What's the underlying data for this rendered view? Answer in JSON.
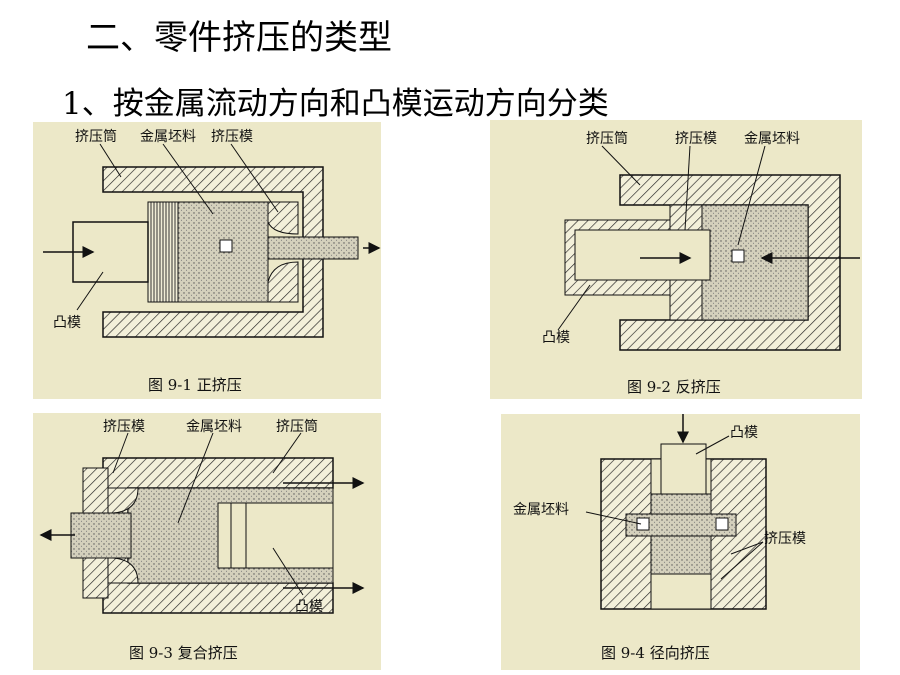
{
  "title": "二、零件挤压的类型",
  "subtitle": "1、按金属流动方向和凸模运动方向分类",
  "figures": [
    {
      "labels": {
        "cylinder": "挤压筒",
        "billet": "金属坯料",
        "die": "挤压模",
        "punch": "凸模"
      },
      "caption": "图 9-1   正挤压"
    },
    {
      "labels": {
        "cylinder": "挤压筒",
        "die": "挤压模",
        "billet": "金属坯料",
        "punch": "凸模"
      },
      "caption": "图 9-2   反挤压"
    },
    {
      "labels": {
        "die": "挤压模",
        "billet": "金属坯料",
        "cylinder": "挤压筒",
        "punch": "凸模"
      },
      "caption": "图 9-3   复合挤压"
    },
    {
      "labels": {
        "punch": "凸模",
        "billet": "金属坯料",
        "die": "挤压模"
      },
      "caption": "图 9-4   径向挤压"
    }
  ]
}
